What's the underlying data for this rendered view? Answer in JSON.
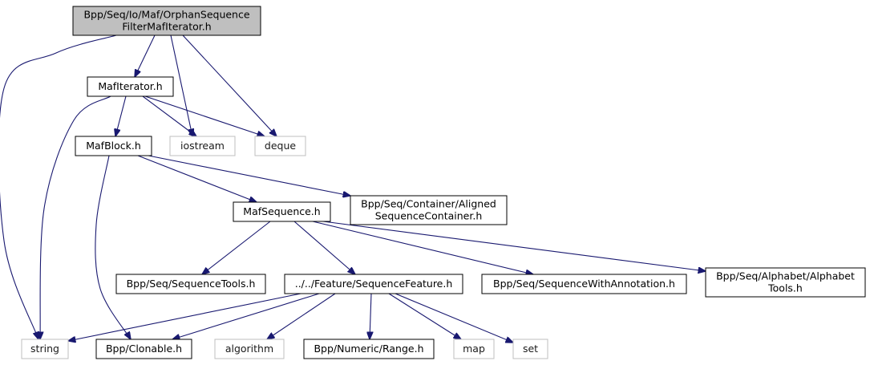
{
  "graph": {
    "nodes": [
      {
        "id": "orphan",
        "lines": [
          "Bpp/Seq/Io/Maf/OrphanSequence",
          "FilterMafIterator.h"
        ],
        "kind": "focus"
      },
      {
        "id": "mafiterator",
        "lines": [
          "MafIterator.h"
        ],
        "kind": "internal"
      },
      {
        "id": "mafblock",
        "lines": [
          "MafBlock.h"
        ],
        "kind": "internal"
      },
      {
        "id": "iostream",
        "lines": [
          "iostream"
        ],
        "kind": "external"
      },
      {
        "id": "deque",
        "lines": [
          "deque"
        ],
        "kind": "external"
      },
      {
        "id": "mafsequence",
        "lines": [
          "MafSequence.h"
        ],
        "kind": "internal"
      },
      {
        "id": "alignedcontainer",
        "lines": [
          "Bpp/Seq/Container/Aligned",
          "SequenceContainer.h"
        ],
        "kind": "internal"
      },
      {
        "id": "sequencetools",
        "lines": [
          "Bpp/Seq/SequenceTools.h"
        ],
        "kind": "internal"
      },
      {
        "id": "sequencefeature",
        "lines": [
          "../../Feature/SequenceFeature.h"
        ],
        "kind": "internal"
      },
      {
        "id": "seqwithannotation",
        "lines": [
          "Bpp/Seq/SequenceWithAnnotation.h"
        ],
        "kind": "internal"
      },
      {
        "id": "alphabettools",
        "lines": [
          "Bpp/Seq/Alphabet/Alphabet",
          "Tools.h"
        ],
        "kind": "internal"
      },
      {
        "id": "string",
        "lines": [
          "string"
        ],
        "kind": "external"
      },
      {
        "id": "clonable",
        "lines": [
          "Bpp/Clonable.h"
        ],
        "kind": "internal"
      },
      {
        "id": "algorithm",
        "lines": [
          "algorithm"
        ],
        "kind": "external"
      },
      {
        "id": "range",
        "lines": [
          "Bpp/Numeric/Range.h"
        ],
        "kind": "internal"
      },
      {
        "id": "map",
        "lines": [
          "map"
        ],
        "kind": "external"
      },
      {
        "id": "set",
        "lines": [
          "set"
        ],
        "kind": "external"
      }
    ],
    "edges": [
      [
        "orphan",
        "mafiterator"
      ],
      [
        "orphan",
        "string"
      ],
      [
        "orphan",
        "iostream"
      ],
      [
        "orphan",
        "deque"
      ],
      [
        "mafiterator",
        "mafblock"
      ],
      [
        "mafiterator",
        "string"
      ],
      [
        "mafiterator",
        "iostream"
      ],
      [
        "mafiterator",
        "deque"
      ],
      [
        "mafblock",
        "mafsequence"
      ],
      [
        "mafblock",
        "alignedcontainer"
      ],
      [
        "mafblock",
        "clonable"
      ],
      [
        "mafsequence",
        "sequencetools"
      ],
      [
        "mafsequence",
        "sequencefeature"
      ],
      [
        "mafsequence",
        "seqwithannotation"
      ],
      [
        "mafsequence",
        "alphabettools"
      ],
      [
        "sequencefeature",
        "string"
      ],
      [
        "sequencefeature",
        "clonable"
      ],
      [
        "sequencefeature",
        "algorithm"
      ],
      [
        "sequencefeature",
        "range"
      ],
      [
        "sequencefeature",
        "map"
      ],
      [
        "sequencefeature",
        "set"
      ]
    ]
  },
  "colors": {
    "edge": "#191970",
    "focus_fill": "#bfbfbf",
    "focus_border": "#000000",
    "internal_fill": "#ffffff",
    "internal_border": "#000000",
    "external_fill": "#ffffff",
    "external_border": "#bfbfbf"
  }
}
